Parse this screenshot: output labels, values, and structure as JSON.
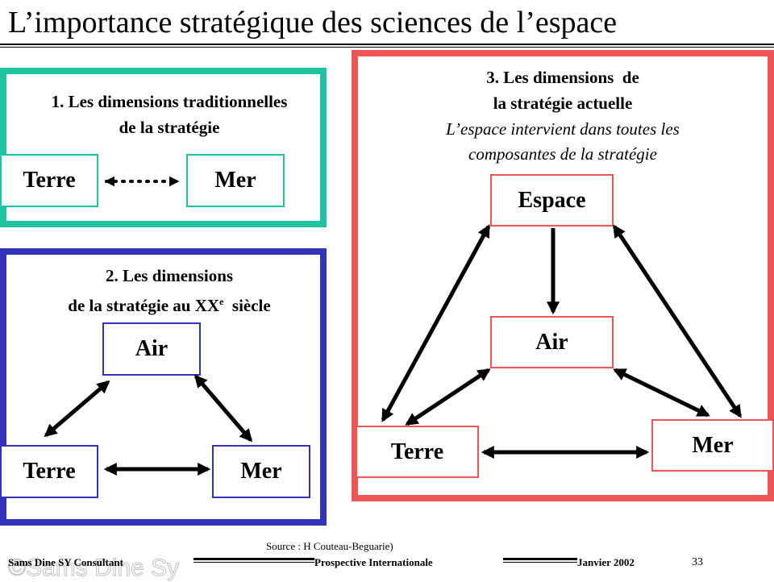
{
  "slide": {
    "title": "L’importance stratégique des sciences de l’espace"
  },
  "panel1": {
    "heading_line1": "1. Les dimensions traditionnelles",
    "heading_line2": "de la stratégie",
    "box_left": "Terre",
    "box_right": "Mer",
    "color": "#1fc3a0"
  },
  "panel2": {
    "heading_line1": "2. Les dimensions",
    "heading_line2": "de la stratégie au XX",
    "heading_sup": "e",
    "heading_tail": "siècle",
    "box_top": "Air",
    "box_left": "Terre",
    "box_right": "Mer",
    "color": "#3333bb"
  },
  "panel3": {
    "heading_line1": "3. Les dimensions  de",
    "heading_line2": "la stratégie actuelle",
    "subtitle_line1": "L’espace intervient dans toutes les",
    "subtitle_line2": "composantes de la stratégie",
    "box_top": "Espace",
    "box_middle": "Air",
    "box_left": "Terre",
    "box_right": "Mer",
    "color": "#ee5555"
  },
  "footer": {
    "source": "Source : H Couteau-Beguarie)",
    "author": "Sams Dine SY Consultant",
    "center": "Prospective Internationale",
    "date": "Janvier 2002",
    "page": "33",
    "watermark": "©Sams Dine Sy"
  }
}
